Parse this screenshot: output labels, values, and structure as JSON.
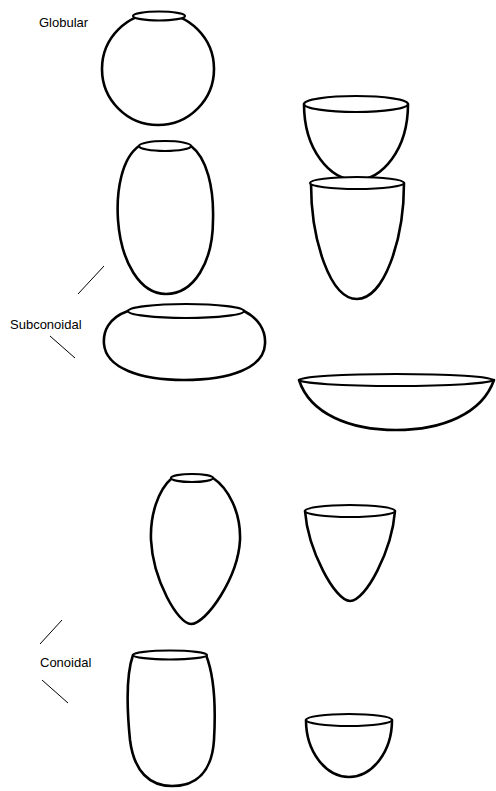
{
  "diagram": {
    "labels": [
      "Globular",
      "Subconoidal",
      "Conoidal"
    ]
  }
}
